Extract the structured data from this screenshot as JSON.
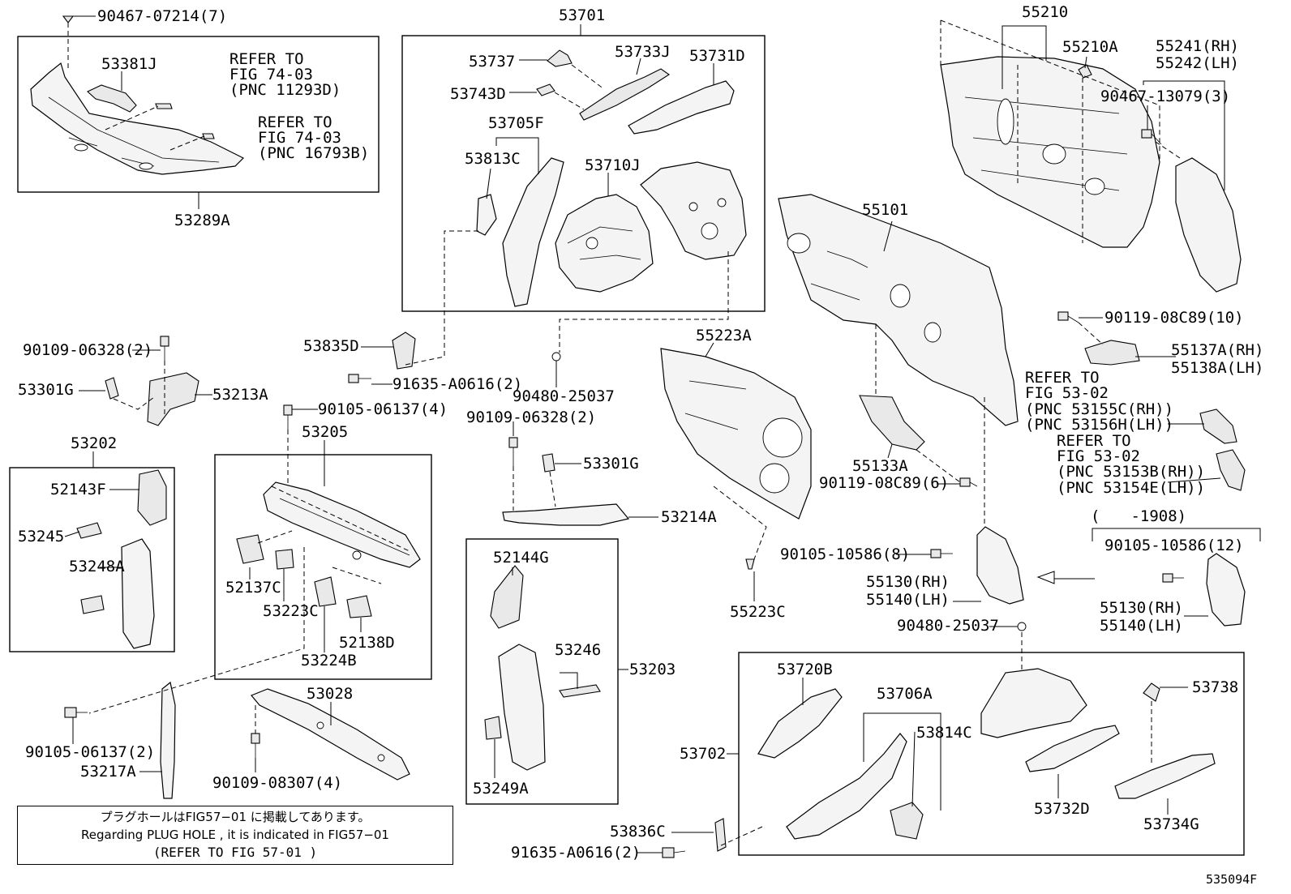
{
  "diagram_id": "535094F",
  "callouts": {
    "c01": "90467-07214(7)",
    "c02": "53381J",
    "c03": "REFER TO",
    "c04": "FIG 74-03",
    "c05": "(PNC 11293D)",
    "c06": "REFER TO",
    "c07": "FIG 74-03",
    "c08": "(PNC 16793B)",
    "c09": "53289A",
    "c10": "53701",
    "c11": "53737",
    "c12": "53733J",
    "c13": "53731D",
    "c14": "53743D",
    "c15": "53705F",
    "c16": "53813C",
    "c17": "53710J",
    "c18": "55210",
    "c19": "55210A",
    "c20": "55241(RH)",
    "c21": "55242(LH)",
    "c22": "90467-13079(3)",
    "c23": "55101",
    "c24": "90119-08C89(10)",
    "c25": "55137A(RH)",
    "c26": "55138A(LH)",
    "c27": "REFER TO",
    "c28": "FIG 53-02",
    "c29": "(PNC 53155C(RH))",
    "c30": "(PNC 53156H(LH))",
    "c31": "REFER TO",
    "c32": "FIG 53-02",
    "c33": "(PNC 53153B(RH))",
    "c34": "(PNC 53154E(LH))",
    "c35": "90109-06328(2)",
    "c36": "53835D",
    "c37": "53301G",
    "c38": "53213A",
    "c39": "91635-A0616(2)",
    "c40": "90480-25037",
    "c41": "55223A",
    "c42": "90105-06137(4)",
    "c43": "53202",
    "c44": "53205",
    "c45": "90109-06328(2)",
    "c46": "53301G",
    "c47": "52143F",
    "c48": "53245",
    "c49": "53248A",
    "c50": "52137C",
    "c51": "53223C",
    "c52": "53224B",
    "c53": "52138D",
    "c54": "53214A",
    "c55": "55133A",
    "c56": "90119-08C89(6)",
    "c57": "(　　-1908)",
    "c58": "90105-10586(8)",
    "c59": "90105-10586(12)",
    "c60": "55130(RH)",
    "c61": "55140(LH)",
    "c62": "55130(RH)",
    "c63": "55140(LH)",
    "c64": "55223C",
    "c65": "52144G",
    "c66": "53246",
    "c67": "53203",
    "c68": "90480-25037",
    "c69": "53249A",
    "c70": "53028",
    "c71": "90105-06137(2)",
    "c72": "53217A",
    "c73": "90109-08307(4)",
    "c74": "53720B",
    "c75": "53706A",
    "c76": "53814C",
    "c77": "53738",
    "c78": "53702",
    "c79": "53732D",
    "c80": "53734G",
    "c81": "53836C",
    "c82": "91635-A0616(2)"
  },
  "footnote": {
    "line1": "プラグホールはFIG57−01 に掲載してあります。",
    "line2": "Regarding PLUG HOLE , it is indicated in FIG57−01",
    "line3": "(REFER TO FIG 57-01 )"
  }
}
